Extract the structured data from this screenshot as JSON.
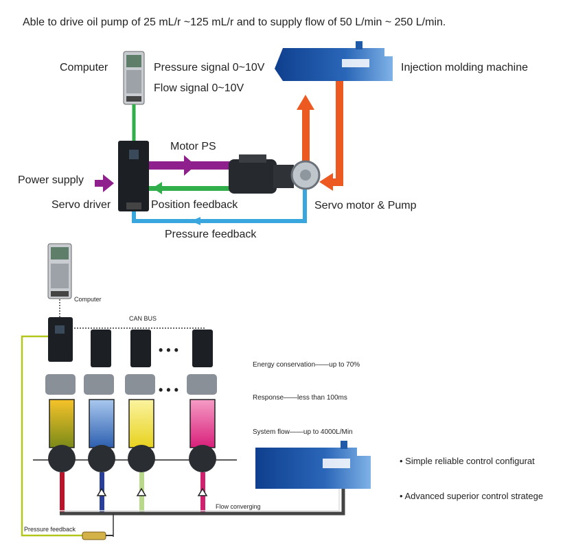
{
  "header": {
    "text": "Able to drive oil pump of 25 mL/r ~125 mL/r and to supply flow of 50 L/min  ~  250 L/min."
  },
  "top_diagram": {
    "computer": "Computer",
    "pressure_signal": "Pressure signal 0~10V",
    "flow_signal": "Flow signal 0~10V",
    "injection_machine": "Injection molding machine",
    "motor_ps": "Motor PS",
    "power_supply": "Power supply",
    "servo_driver": "Servo driver",
    "position_feedback": "Position feedback",
    "servo_motor_pump": "Servo motor & Pump",
    "pressure_feedback": "Pressure feedback"
  },
  "bottom_diagram": {
    "computer": "Computer",
    "can_bus": "CAN BUS",
    "dots": "• • •",
    "energy": "Energy conservation——up to 70%",
    "response": "Response——less than 100ms",
    "system_flow": "System flow——up to 4000L/Min",
    "flow_converging": "Flow converging",
    "pressure_feedback": "Pressure feedback",
    "bullet1": "• Simple  reliable control configurat",
    "bullet2": "• Advanced  superior control strategе"
  },
  "colors": {
    "purple": "#8e1f8c",
    "green": "#2fae4a",
    "blue": "#39a7dd",
    "orange": "#ec5a22",
    "machine_blue": "#1e5aa8",
    "tank_colors": [
      "#d99a12",
      "#4a86c9",
      "#f2e23a",
      "#e13c8c"
    ],
    "pipe_colors": [
      "#b8142a",
      "#2a3f9a",
      "#b9d98a",
      "#d1206e"
    ]
  }
}
